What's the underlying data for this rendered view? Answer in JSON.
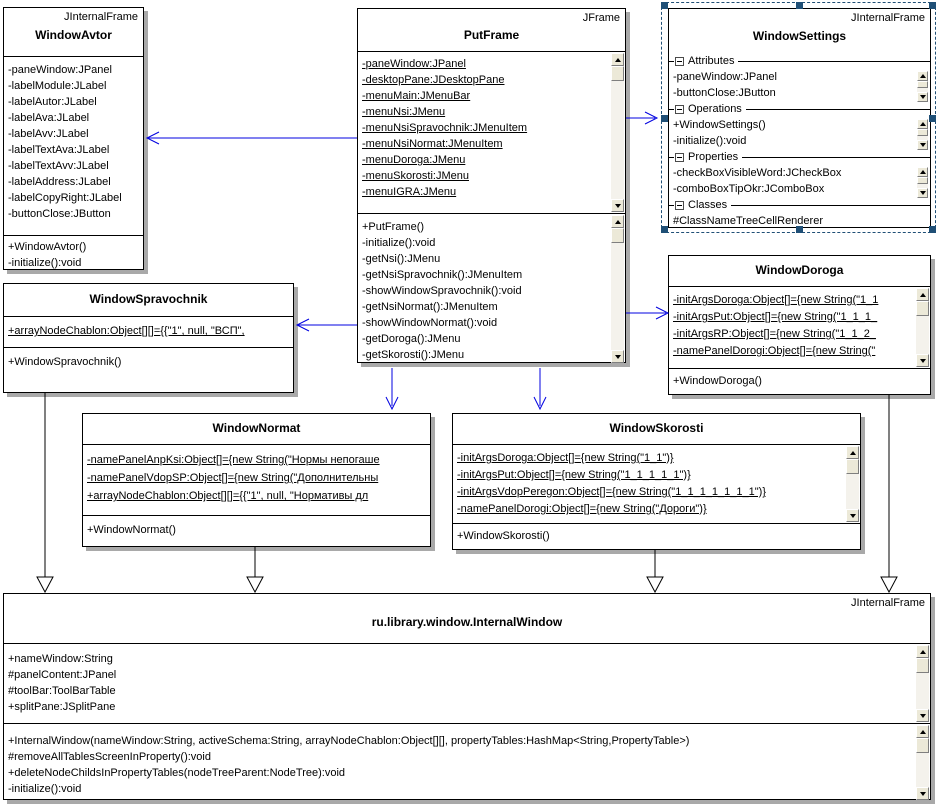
{
  "colors": {
    "connector_blue": "#0000e0",
    "generalization_black": "#000000",
    "box_border": "#000000",
    "box_shadow": "#a9a9a9",
    "selection": "#1f4f76",
    "background": "#ffffff"
  },
  "boxes": {
    "window_avtor": {
      "stereotype": "JInternalFrame",
      "title": "WindowAvtor",
      "attributes": [
        "-paneWindow:JPanel",
        "-labelModule:JLabel",
        "-labelAutor:JLabel",
        "-labelAva:JLabel",
        "-labelAvv:JLabel",
        "-labelTextAva:JLabel",
        "-labelTextAvv:JLabel",
        "-labelAddress:JLabel",
        "-labelCopyRight:JLabel",
        "-buttonClose:JButton"
      ],
      "methods": [
        "+WindowAvtor()",
        "-initialize():void"
      ]
    },
    "put_frame": {
      "stereotype": "JFrame",
      "title": "PutFrame",
      "attributes": [
        "-paneWindow:JPanel",
        "-desktopPane:JDesktopPane",
        "-menuMain:JMenuBar",
        "-menuNsi:JMenu",
        "-menuNsiSpravochnik:JMenuItem",
        "-menuNsiNormat:JMenuItem",
        "-menuDoroga:JMenu",
        "-menuSkorosti:JMenu",
        "-menuIGRA:JMenu"
      ],
      "methods": [
        "+PutFrame()",
        "-initialize():void",
        "-getNsi():JMenu",
        "-getNsiSpravochnik():JMenuItem",
        "-showWindowSpravochnik():void",
        "-getNsiNormat():JMenuItem",
        "-showWindowNormat():void",
        "-getDoroga():JMenu",
        "-getSkorosti():JMenu"
      ]
    },
    "window_settings": {
      "stereotype": "JInternalFrame",
      "title": "WindowSettings",
      "groups": [
        {
          "label": "Attributes",
          "items": [
            "-paneWindow:JPanel",
            "-buttonClose:JButton"
          ]
        },
        {
          "label": "Operations",
          "items": [
            "+WindowSettings()",
            "-initialize():void"
          ]
        },
        {
          "label": "Properties",
          "items": [
            "-checkBoxVisibleWord:JCheckBox",
            "-comboBoxTipOkr:JComboBox"
          ]
        },
        {
          "label": "Classes",
          "items": [
            "#ClassNameTreeCellRenderer"
          ]
        }
      ]
    },
    "window_spravochnik": {
      "title": "WindowSpravochnik",
      "attributes": [
        "+arrayNodeChablon:Object[][]={{\"1\", null, \"ВСП\","
      ],
      "methods": [
        "+WindowSpravochnik()"
      ]
    },
    "window_doroga": {
      "title": "WindowDoroga",
      "attributes": [
        "-initArgsDoroga:Object[]={new String(\"1_1",
        "-initArgsPut:Object[]={new String(\"1_1_1_",
        "-initArgsRP:Object[]={new String(\"1_1_2_",
        "-namePanelDorogi:Object[]={new String(\""
      ],
      "methods": [
        "+WindowDoroga()"
      ]
    },
    "window_normat": {
      "title": "WindowNormat",
      "attributes": [
        "-namePanelAnpKsi:Object[]={new String(\"Нормы непогаше",
        "-namePanelVdopSP:Object[]={new String(\"Дополнительны",
        "+arrayNodeChablon:Object[][]={{\"1\", null, \"Нормативы дл"
      ],
      "methods": [
        "+WindowNormat()"
      ]
    },
    "window_skorosti": {
      "title": "WindowSkorosti",
      "attributes": [
        "-initArgsDoroga:Object[]={new String(\"1_1\")}",
        "-initArgsPut:Object[]={new String(\"1_1_1_1_1\")}",
        "-initArgsVdopPeregon:Object[]={new String(\"1_1_1_1_1_1_1\")}",
        "-namePanelDorogi:Object[]={new String(\"Дороги\")}"
      ],
      "methods": [
        "+WindowSkorosti()"
      ]
    },
    "internal_window": {
      "stereotype": "JInternalFrame",
      "title": "ru.library.window.InternalWindow",
      "attributes": [
        "+nameWindow:String",
        "#panelContent:JPanel",
        "#toolBar:ToolBarTable",
        "+splitPane:JSplitPane"
      ],
      "methods": [
        "+InternalWindow(nameWindow:String, activeSchema:String, arrayNodeChablon:Object[][], propertyTables:HashMap<String,PropertyTable>)",
        "#removeAllTablesScreenInProperty():void",
        "+deleteNodeChildsInPropertyTables(nodeTreeParent:NodeTree):void",
        "-initialize():void"
      ]
    }
  }
}
